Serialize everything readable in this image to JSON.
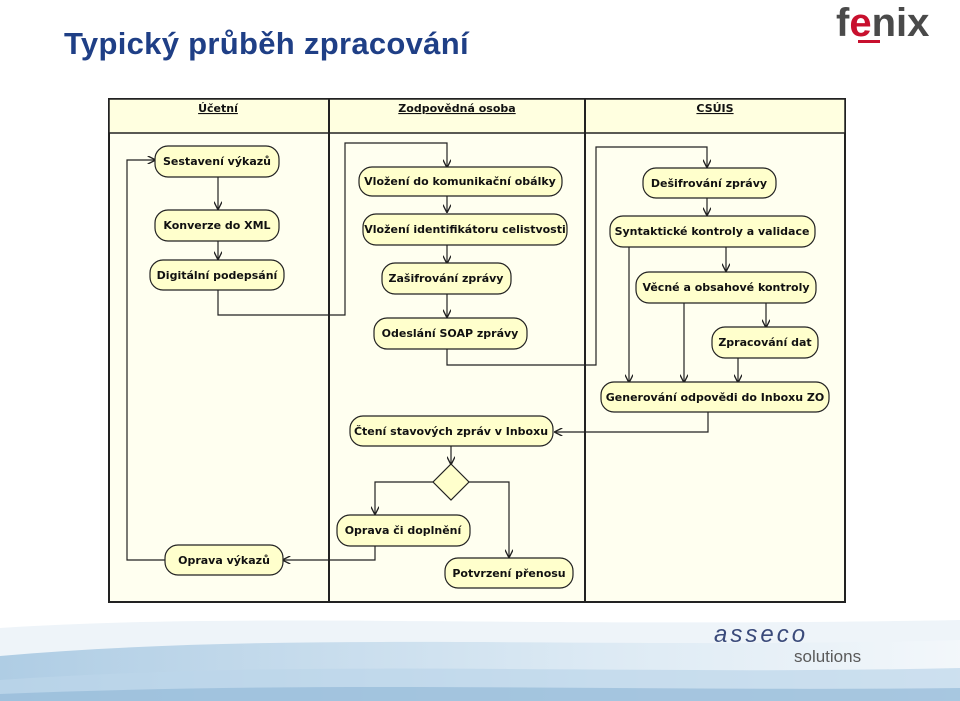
{
  "header": {
    "title": "Typický průběh zpracování"
  },
  "logos": {
    "fenix": {
      "text_pre": "f",
      "text_accent": "e",
      "text_post": "nix",
      "accent_color": "#c8102e"
    },
    "asseco": {
      "brand": "asseco",
      "sub": "solutions",
      "color": "#3a4a7a"
    }
  },
  "diagram": {
    "lanes": [
      "Účetní",
      "Zodpovědná osoba",
      "CSÚIS"
    ],
    "activities": {
      "sestaveni": "Sestavení výkazů",
      "konverze": "Konverze do XML",
      "podepsani": "Digitální podepsání",
      "oprava_vykazu": "Oprava výkazů",
      "vlozeni_obalky": "Vložení do komunikační obálky",
      "vlozeni_identifikatoru": "Vložení identifikátoru celistvosti",
      "zasifrovani": "Zašifrování zprávy",
      "odeslani": "Odeslání SOAP zprávy",
      "cteni": "Čtení stavových zpráv v Inboxu",
      "oprava_doplneni": "Oprava či doplnění",
      "potvrzeni": "Potvrzení přenosu",
      "desifrovani": "Dešifrování zprávy",
      "syntakticke": "Syntaktické kontroly a validace",
      "vecne": "Věcné a obsahové kontroly",
      "zpracovani": "Zpracování dat",
      "generovani": "Generování odpovědi do Inboxu ZO"
    },
    "colors": {
      "node_fill": "#ffffcc",
      "lane_fill": "#fffff0",
      "stroke": "#222222"
    }
  }
}
